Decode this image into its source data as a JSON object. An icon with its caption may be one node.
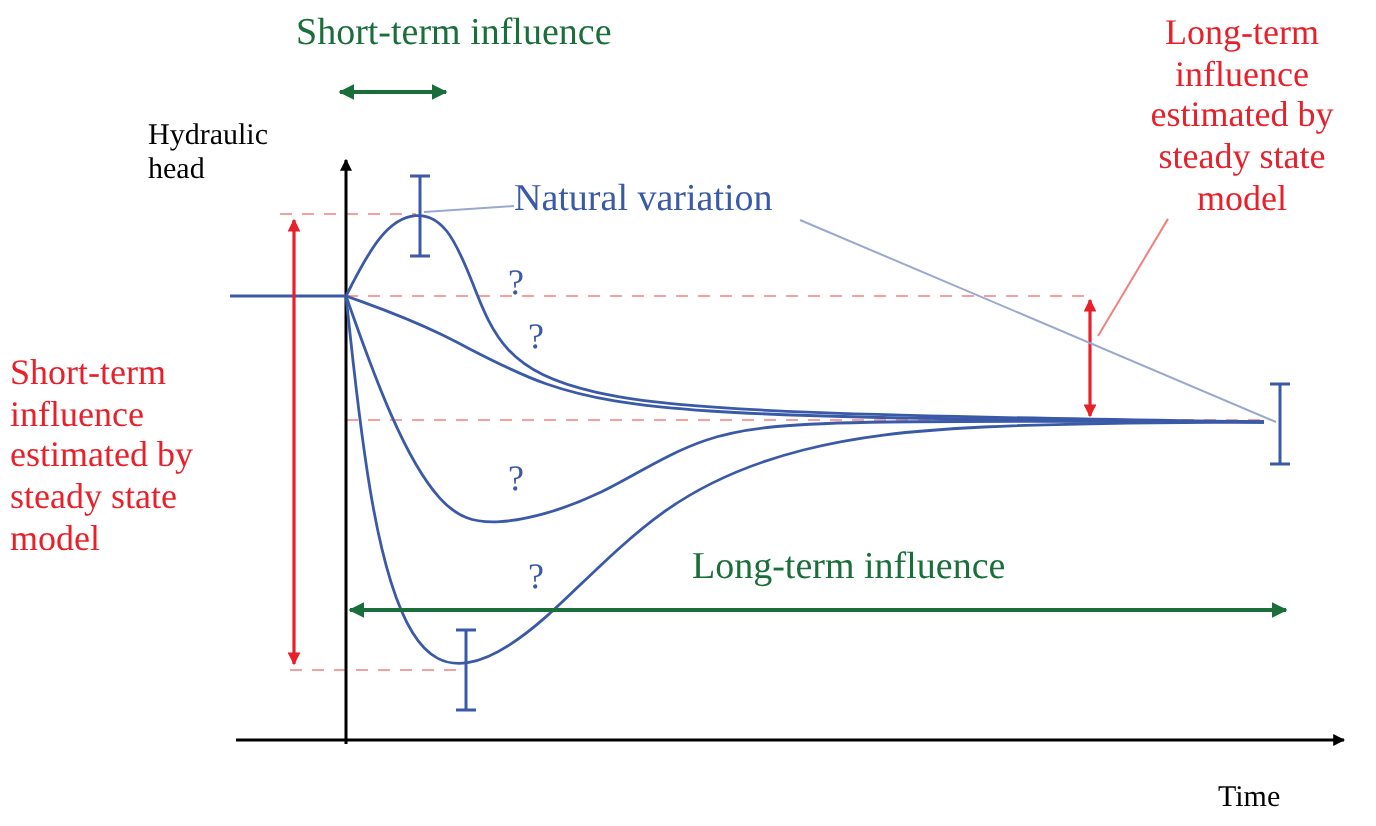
{
  "diagram": {
    "nodes": [
      {
        "text": [
          "Natural variation"
        ]
      },
      {
        "text": [
          "Long-term influence estimated by steady state model"
        ]
      },
      {
        "text": [],
        "shape": "bar"
      },
      {
        "text": [],
        "shape": "bar"
      },
      {
        "text": [],
        "shape": "arrow"
      }
    ],
    "edges": [
      {
        "from": 0,
        "to": 2,
        "arrow": "none"
      },
      {
        "from": 0,
        "to": 3,
        "arrow": "none"
      },
      {
        "from": 1,
        "to": 4,
        "arrow": "none",
        "color": "#f08080"
      }
    ],
    "labels": [
      "Short-term influence",
      "Hydraulic head",
      "Short-term influence estimated by steady state model",
      "?",
      "?",
      "?",
      "?",
      "Long-term influence",
      "Time"
    ]
  }
}
